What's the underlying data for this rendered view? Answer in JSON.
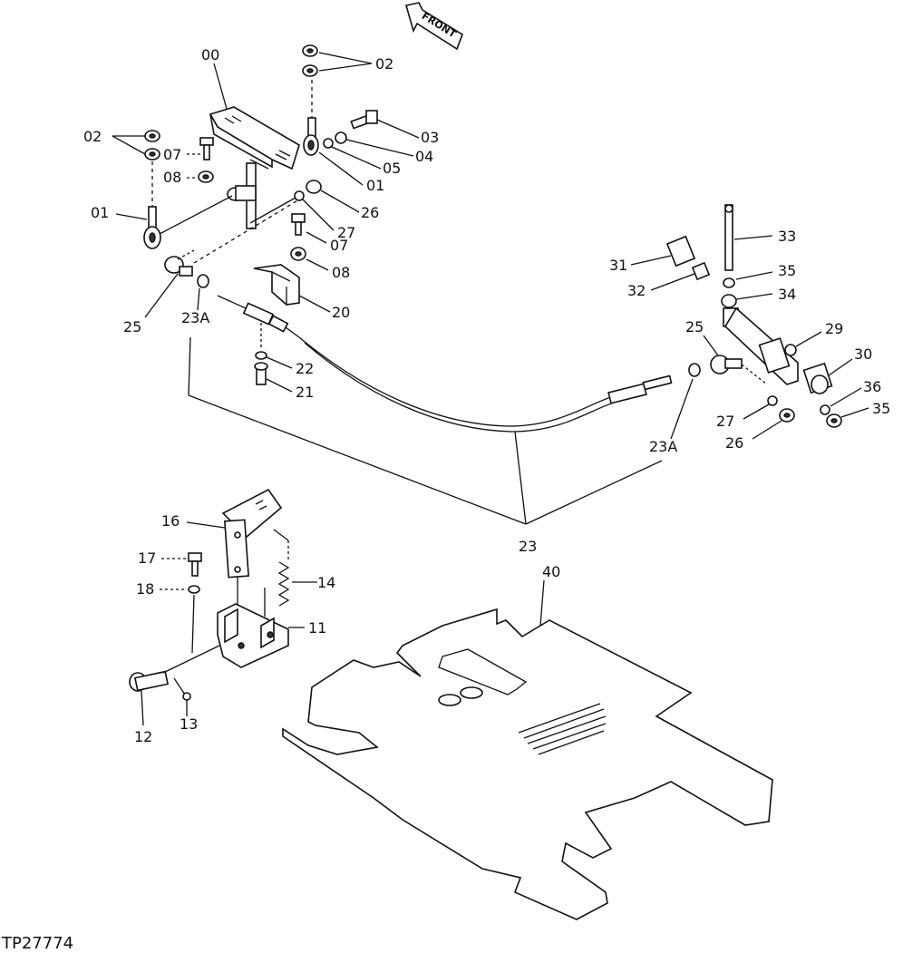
{
  "figure_ref": "TP27774",
  "direction_marker": "FRONT",
  "callouts": {
    "c00": "00",
    "c02a": "02",
    "c02b": "02",
    "c03": "03",
    "c04": "04",
    "c05": "05",
    "c01a": "01",
    "c01b": "01",
    "c07a": "07",
    "c07b": "07",
    "c08a": "08",
    "c08b": "08",
    "c26a": "26",
    "c26b": "26",
    "c27a": "27",
    "c27b": "27",
    "c20": "20",
    "c22": "22",
    "c21": "21",
    "c25a": "25",
    "c25b": "25",
    "c23aa": "23A",
    "c23ab": "23A",
    "c23": "23",
    "c31": "31",
    "c32": "32",
    "c33": "33",
    "c35a": "35",
    "c35b": "35",
    "c34": "34",
    "c29": "29",
    "c30": "30",
    "c36": "36",
    "c16": "16",
    "c17": "17",
    "c18": "18",
    "c14": "14",
    "c11": "11",
    "c12": "12",
    "c13": "13",
    "c40": "40"
  }
}
